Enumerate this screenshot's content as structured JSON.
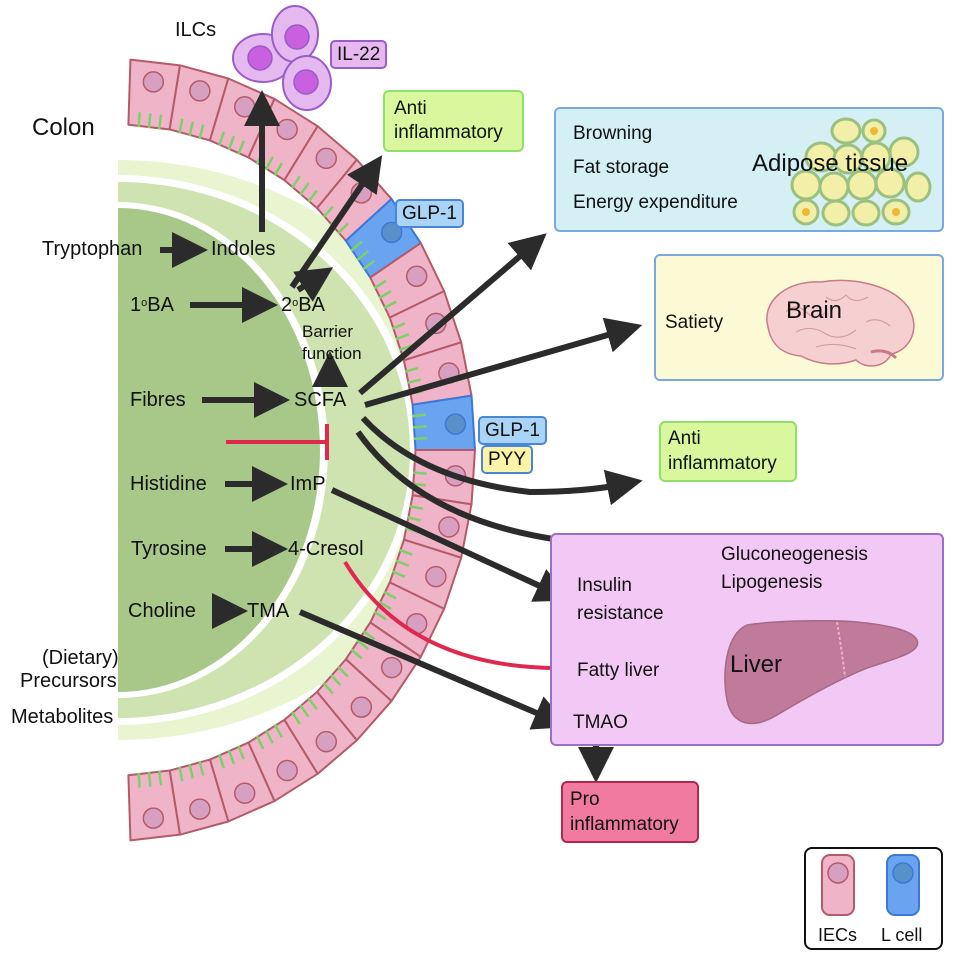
{
  "title_labels": {
    "colon": "Colon",
    "ilcs": "ILCs",
    "il22": "IL-22",
    "precursors_line1": "(Dietary)",
    "precursors_line2": "Precursors",
    "metabolites": "Metabolites"
  },
  "pathways": [
    {
      "precursor": "Tryptophan",
      "metabolite": "Indoles"
    },
    {
      "precursor": "1",
      "precursor_sup": "o",
      "precursor_suffix": "BA",
      "metabolite": "2",
      "metabolite_sup": "o",
      "metabolite_suffix": "BA"
    },
    {
      "precursor": "Fibres",
      "metabolite": "SCFA"
    },
    {
      "precursor": "Histidine",
      "metabolite": "ImP"
    },
    {
      "precursor": "Tyrosine",
      "metabolite": "4-Cresol"
    },
    {
      "precursor": "Choline",
      "metabolite": "TMA"
    }
  ],
  "barrier": {
    "line1": "Barrier",
    "line2": "function"
  },
  "hormones": {
    "glp1_top": "GLP-1",
    "glp1_mid": "GLP-1",
    "pyy": "PYY"
  },
  "boxes": {
    "anti_inflammatory_top": {
      "line1": "Anti",
      "line2": "inflammatory",
      "fill": "#d9f79d",
      "border": "#8ee06a"
    },
    "adipose": {
      "title": "Adipose tissue",
      "items": [
        "Browning",
        "Fat storage",
        "Energy expenditure"
      ],
      "fill": "#d5f0f5",
      "border": "#7aa8e0"
    },
    "brain": {
      "title": "Brain",
      "item": "Satiety",
      "fill": "#fbfad5",
      "border": "#7aa8e0"
    },
    "anti_inflammatory_mid": {
      "line1": "Anti",
      "line2": "inflammatory",
      "fill": "#d9f79d",
      "border": "#8ee06a"
    },
    "liver": {
      "title": "Liver",
      "items": [
        "Gluconeogenesis",
        "Lipogenesis",
        "Insulin",
        "resistance",
        "Fatty liver",
        "TMAO"
      ],
      "fill": "#f2c9f5",
      "border": "#9a6fc8"
    },
    "pro_inflammatory": {
      "line1": "Pro",
      "line2": "inflammatory",
      "fill": "#f07aa0",
      "border": "#b0284e"
    }
  },
  "legend": {
    "iecs": "IECs",
    "lcell": "L cell"
  },
  "colors": {
    "iec_fill": "#f0b4c8",
    "iec_stroke": "#b55a68",
    "lcell_fill": "#6aa4f0",
    "lcell_stroke": "#3c78d8",
    "arrow": "#2b2b2b",
    "inhibit": "#e0284e",
    "lumen_inner": "#a8c88a",
    "lumen_mid": "#cfe3b0",
    "lumen_outer": "#e8f5d0"
  }
}
